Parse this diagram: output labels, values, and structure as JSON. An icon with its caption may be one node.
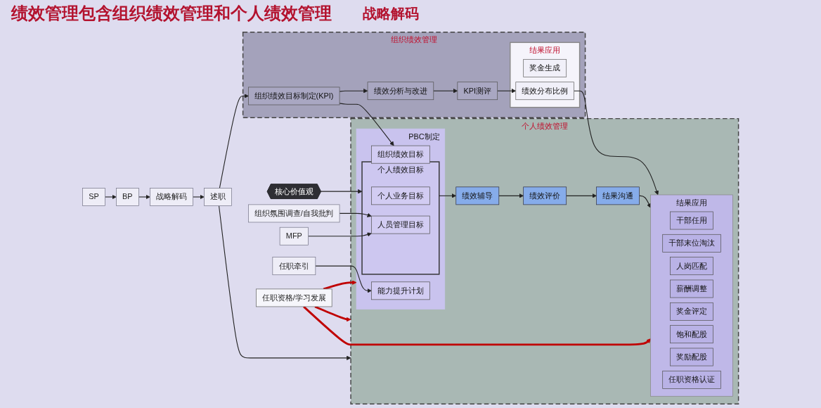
{
  "diagram": {
    "title": "绩效管理包含组织绩效管理和个人绩效管理",
    "nodes": [
      {
        "text": [
          "战略解码"
        ]
      },
      {
        "text": [
          "BP"
        ]
      },
      {
        "text": [
          "SP"
        ]
      },
      {
        "text": [
          "述职"
        ]
      },
      {
        "text": [
          "核心价值观"
        ]
      },
      {
        "text": [
          "组织绩效管理"
        ]
      },
      {
        "text": [
          "组织绩效目标制定(KPI)"
        ],
        "in": 5
      },
      {
        "text": [
          "绩效分析与改进"
        ],
        "in": 5
      },
      {
        "text": [
          "KPI测评"
        ],
        "in": 5
      },
      {
        "text": [
          "结果应用"
        ],
        "in": 5
      },
      {
        "text": [
          "奖金生成"
        ],
        "in": 9
      },
      {
        "text": [
          "绩效分布比例"
        ],
        "in": 9
      },
      {
        "text": [
          "个人绩效管理"
        ]
      },
      {
        "text": [
          "PBC制定"
        ],
        "in": 12
      },
      {
        "text": [
          "组织绩效目标"
        ],
        "in": 13
      },
      {
        "text": [
          "个人绩效目标"
        ],
        "in": 13
      },
      {
        "text": [
          "个人业务目标"
        ],
        "in": 15
      },
      {
        "text": [
          "人员管理目标"
        ],
        "in": 15
      },
      {
        "text": [
          "能力提升计划"
        ],
        "in": 13
      },
      {
        "text": [
          "绩效辅导"
        ],
        "in": 12
      },
      {
        "text": [
          "绩效评价"
        ],
        "in": 12
      },
      {
        "text": [
          "结果沟通"
        ],
        "in": 12
      },
      {
        "text": [
          "结果应用"
        ],
        "in": 12
      },
      {
        "text": [
          "干部任用"
        ],
        "in": 22
      },
      {
        "text": [
          "干部末位淘汰"
        ],
        "in": 22
      },
      {
        "text": [
          "人岗匹配"
        ],
        "in": 22
      },
      {
        "text": [
          "薪酬调整"
        ],
        "in": 22
      },
      {
        "text": [
          "奖金评定"
        ],
        "in": 22
      },
      {
        "text": [
          "饱和配股"
        ],
        "in": 22
      },
      {
        "text": [
          "奖励配股"
        ],
        "in": 22
      },
      {
        "text": [
          "任职资格认证"
        ],
        "in": 22
      },
      {
        "text": [
          "组织氛围调查/自我批判"
        ]
      },
      {
        "text": [
          "MFP"
        ]
      },
      {
        "text": [
          "任职牵引"
        ]
      },
      {
        "text": [
          "任职资格/学习发展"
        ]
      }
    ],
    "edges": [
      {
        "from": 2,
        "to": 1,
        "arrow": "to"
      },
      {
        "from": 1,
        "to": 0,
        "arrow": "to"
      },
      {
        "from": 0,
        "to": 3,
        "arrow": "to"
      },
      {
        "from": 3,
        "to": 6,
        "arrow": "to"
      },
      {
        "from": 3,
        "to": 12,
        "arrow": "to"
      },
      {
        "from": 4,
        "to": 15,
        "arrow": "to"
      },
      {
        "from": 6,
        "to": 7,
        "arrow": "to"
      },
      {
        "from": 7,
        "to": 8,
        "arrow": "to"
      },
      {
        "from": 8,
        "to": 11,
        "arrow": "to"
      },
      {
        "from": 6,
        "to": 14,
        "arrow": "to"
      },
      {
        "from": 11,
        "to": 22,
        "arrow": "to"
      },
      {
        "from": 15,
        "to": 19,
        "arrow": "to"
      },
      {
        "from": 19,
        "to": 20,
        "arrow": "to"
      },
      {
        "from": 20,
        "to": 21,
        "arrow": "to"
      },
      {
        "from": 21,
        "to": 22,
        "arrow": "to"
      },
      {
        "from": 31,
        "to": 17,
        "arrow": "to"
      },
      {
        "from": 32,
        "to": 17,
        "arrow": "to"
      },
      {
        "from": 33,
        "to": 18,
        "arrow": "to"
      },
      {
        "from": 34,
        "to": 13,
        "arrow": "to",
        "style": "thick",
        "color": "#c00000"
      },
      {
        "from": 34,
        "to": 12,
        "arrow": "to",
        "style": "thick",
        "color": "#c00000"
      },
      {
        "from": 34,
        "to": 22,
        "arrow": "to",
        "style": "thick",
        "color": "#c00000"
      }
    ],
    "labels": [
      "战略解码"
    ]
  }
}
